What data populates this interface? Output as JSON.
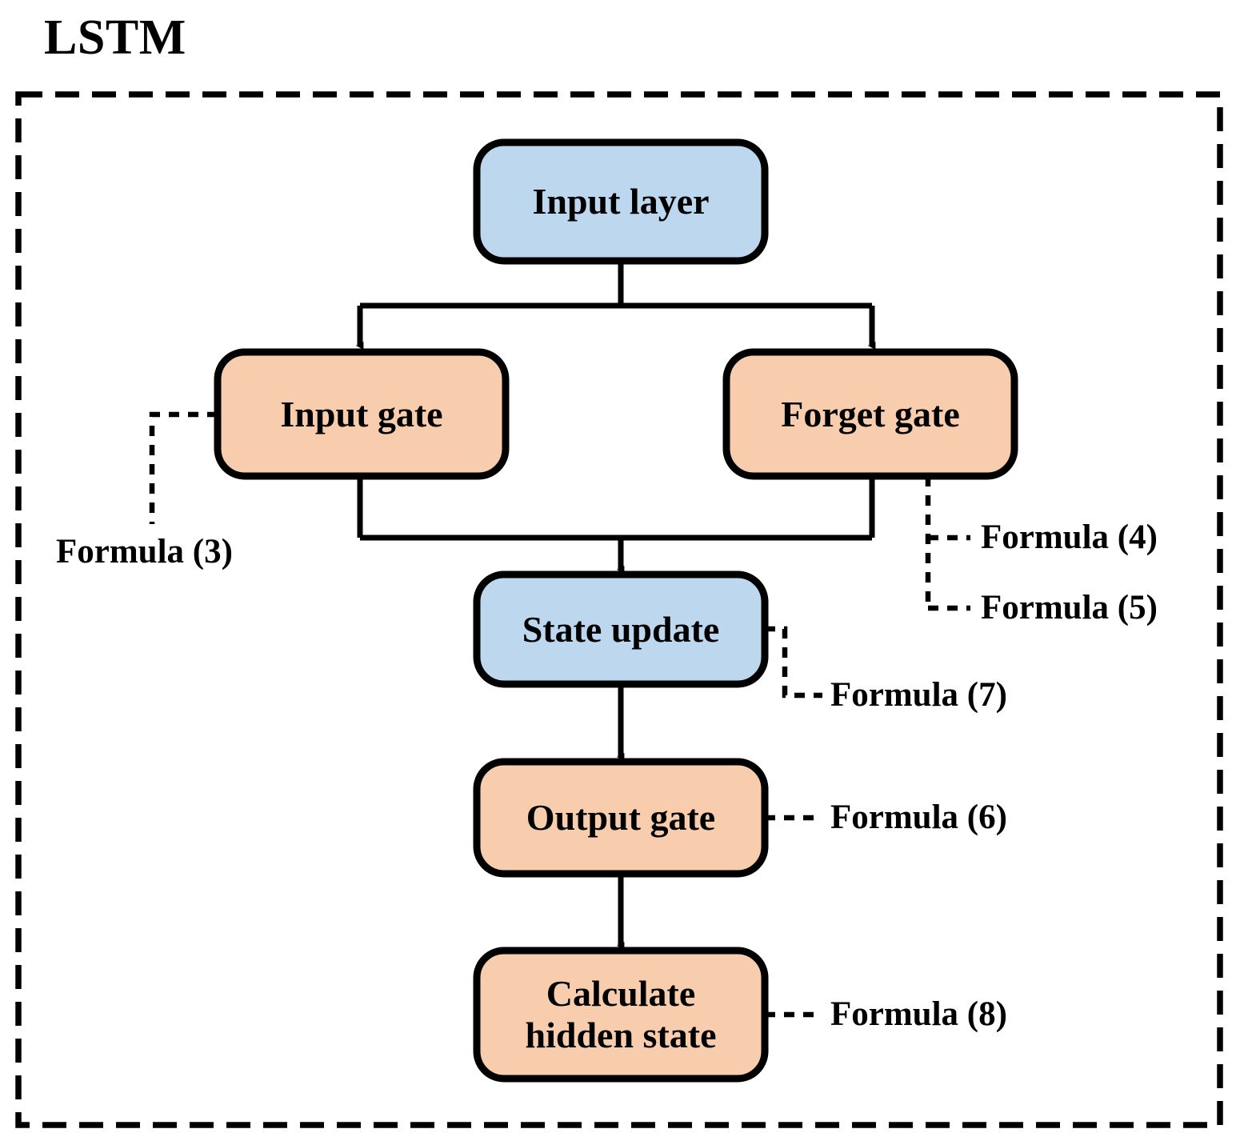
{
  "diagram": {
    "title": "LSTM",
    "colors": {
      "blue_fill": "#bcd7ee",
      "orange_fill": "#f8cdad",
      "stroke": "#000000",
      "background": "#ffffff"
    },
    "nodes": [
      {
        "id": "input-layer",
        "label": "Input layer",
        "fill": "blue",
        "font_size": 46
      },
      {
        "id": "input-gate",
        "label": "Input gate",
        "fill": "orange",
        "font_size": 46
      },
      {
        "id": "forget-gate",
        "label": "Forget gate",
        "fill": "orange",
        "font_size": 46
      },
      {
        "id": "state-update",
        "label": "State update",
        "fill": "blue",
        "font_size": 46
      },
      {
        "id": "output-gate",
        "label": "Output gate",
        "fill": "orange",
        "font_size": 46
      },
      {
        "id": "calculate-hidden",
        "label": "Calculate\nhidden state",
        "fill": "orange",
        "font_size": 46
      }
    ],
    "annotations": [
      {
        "id": "formula-3",
        "label": "Formula (3)",
        "attached_to": "input-gate"
      },
      {
        "id": "formula-4",
        "label": "Formula (4)",
        "attached_to": "forget-gate"
      },
      {
        "id": "formula-5",
        "label": "Formula (5)",
        "attached_to": "forget-gate"
      },
      {
        "id": "formula-7",
        "label": "Formula (7)",
        "attached_to": "state-update"
      },
      {
        "id": "formula-6",
        "label": "Formula (6)",
        "attached_to": "output-gate"
      },
      {
        "id": "formula-8",
        "label": "Formula (8)",
        "attached_to": "calculate-hidden"
      }
    ],
    "edges": [
      {
        "from": "input-layer",
        "to": "input-gate",
        "type": "arrow"
      },
      {
        "from": "input-layer",
        "to": "forget-gate",
        "type": "arrow"
      },
      {
        "from": "input-gate",
        "to": "state-update",
        "type": "arrow"
      },
      {
        "from": "forget-gate",
        "to": "state-update",
        "type": "arrow"
      },
      {
        "from": "state-update",
        "to": "output-gate",
        "type": "arrow"
      },
      {
        "from": "output-gate",
        "to": "calculate-hidden",
        "type": "arrow"
      }
    ]
  }
}
